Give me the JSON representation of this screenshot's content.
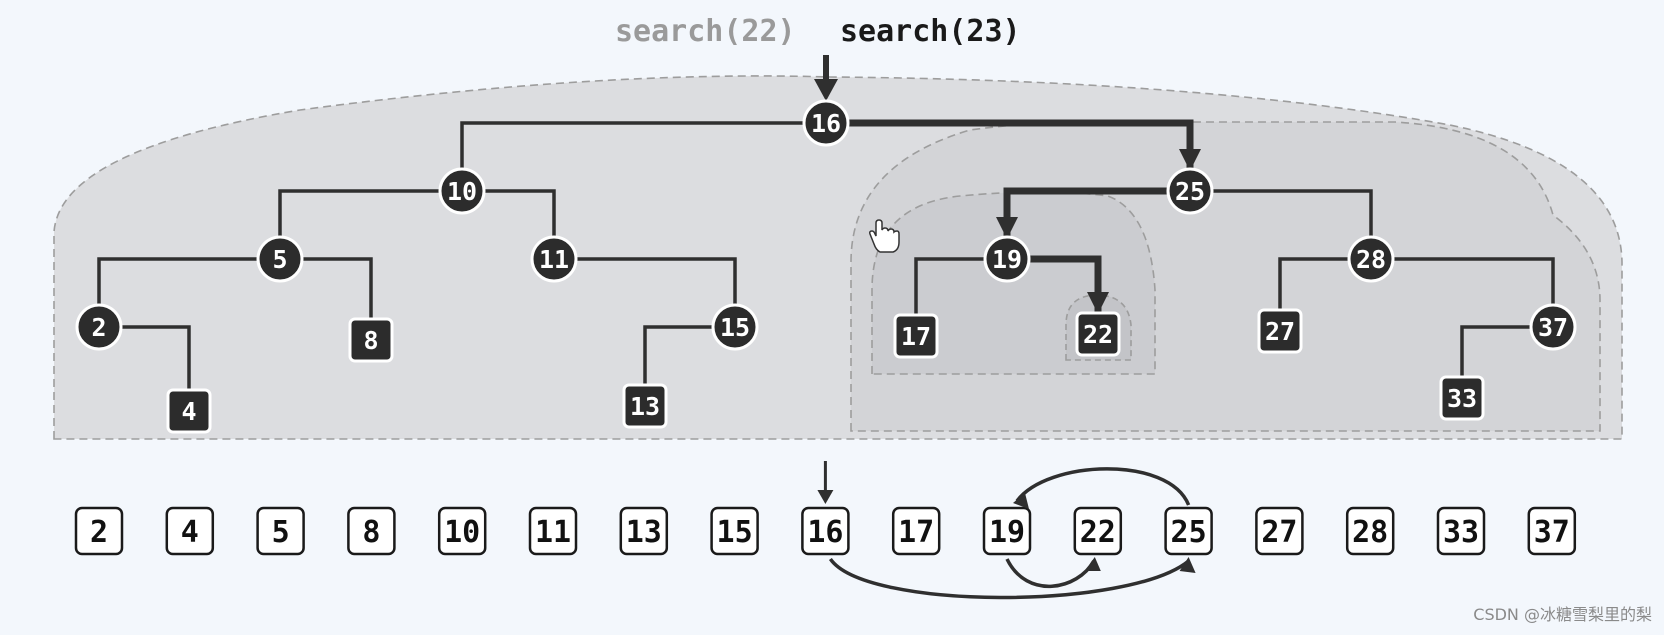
{
  "search_previous": "search(22)",
  "search_current": "search(23)",
  "watermark": "CSDN @冰糖雪梨里的梨",
  "tree": {
    "nodes": [
      {
        "key": "16",
        "kind": "internal"
      },
      {
        "key": "10",
        "kind": "internal"
      },
      {
        "key": "25",
        "kind": "internal"
      },
      {
        "key": "5",
        "kind": "internal"
      },
      {
        "key": "11",
        "kind": "internal"
      },
      {
        "key": "19",
        "kind": "internal"
      },
      {
        "key": "28",
        "kind": "internal"
      },
      {
        "key": "2",
        "kind": "internal"
      },
      {
        "key": "8",
        "kind": "leaf"
      },
      {
        "key": "15",
        "kind": "internal"
      },
      {
        "key": "17",
        "kind": "leaf"
      },
      {
        "key": "22",
        "kind": "leaf"
      },
      {
        "key": "27",
        "kind": "leaf"
      },
      {
        "key": "37",
        "kind": "internal"
      },
      {
        "key": "4",
        "kind": "leaf"
      },
      {
        "key": "13",
        "kind": "leaf"
      },
      {
        "key": "33",
        "kind": "leaf"
      }
    ],
    "edges": [
      [
        "16",
        "10"
      ],
      [
        "16",
        "25"
      ],
      [
        "10",
        "5"
      ],
      [
        "10",
        "11"
      ],
      [
        "25",
        "19"
      ],
      [
        "25",
        "28"
      ],
      [
        "5",
        "2"
      ],
      [
        "5",
        "8"
      ],
      [
        "11",
        "15"
      ],
      [
        "19",
        "17"
      ],
      [
        "19",
        "22"
      ],
      [
        "28",
        "27"
      ],
      [
        "28",
        "37"
      ],
      [
        "2",
        "4"
      ],
      [
        "15",
        "13"
      ],
      [
        "37",
        "33"
      ]
    ],
    "search_path": [
      "16",
      "25",
      "19",
      "22"
    ]
  },
  "sorted_array": [
    "2",
    "4",
    "5",
    "8",
    "10",
    "11",
    "13",
    "15",
    "16",
    "17",
    "19",
    "22",
    "25",
    "27",
    "28",
    "33",
    "37"
  ],
  "array_pointer": "16",
  "array_jumps": [
    [
      "16",
      "25"
    ],
    [
      "25",
      "19"
    ],
    [
      "19",
      "22"
    ]
  ],
  "colors": {
    "background": "#f3f7fc",
    "region_outer": "#dcdde0",
    "region_inner": "#d2d3d6",
    "region_border": "#9d9d9d",
    "node_fill": "#2c2c2c",
    "edge": "#2f2f2f"
  }
}
